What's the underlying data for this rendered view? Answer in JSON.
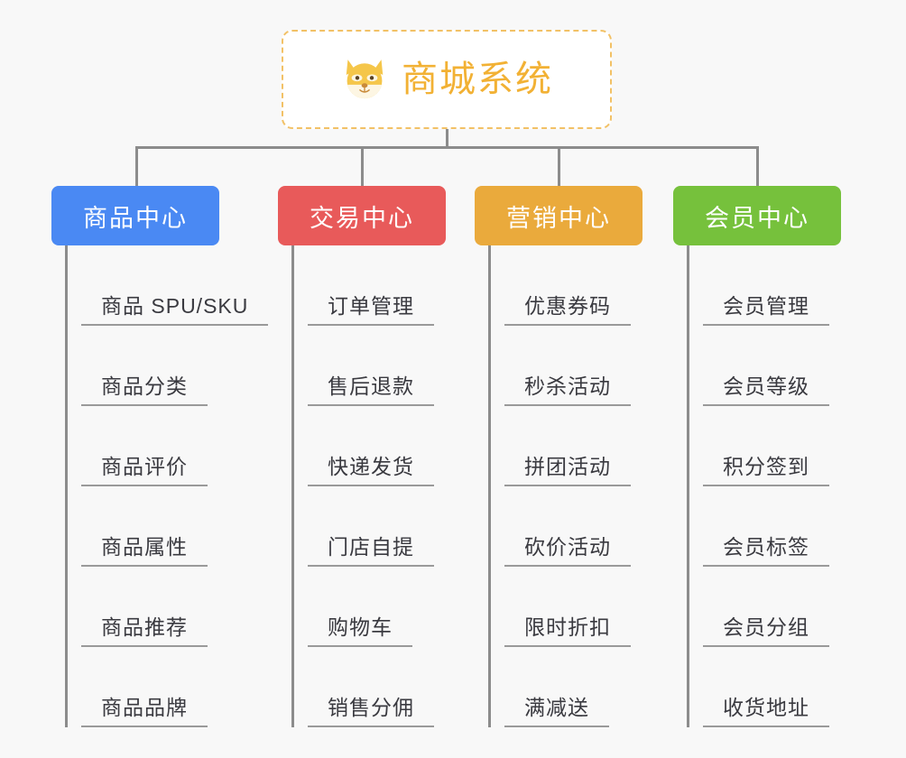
{
  "root": {
    "title": "商城系统",
    "icon": "shiba-dog-face-icon",
    "border_color": "#f2c166",
    "text_color": "#f2b134",
    "background": "#ffffff"
  },
  "canvas": {
    "background": "#f8f8f8",
    "connector_color": "#8c8c8c",
    "leaf_text_color": "#3a3a40",
    "leaf_underline_color": "#9a9a9a"
  },
  "columns": [
    {
      "id": "product-center",
      "label": "商品中心",
      "color": "#4a89f3",
      "items": [
        "商品 SPU/SKU",
        "商品分类",
        "商品评价",
        "商品属性",
        "商品推荐",
        "商品品牌"
      ]
    },
    {
      "id": "trade-center",
      "label": "交易中心",
      "color": "#e85a5a",
      "items": [
        "订单管理",
        "售后退款",
        "快递发货",
        "门店自提",
        "购物车",
        "销售分佣"
      ]
    },
    {
      "id": "marketing-center",
      "label": "营销中心",
      "color": "#eaaa3c",
      "items": [
        "优惠券码",
        "秒杀活动",
        "拼团活动",
        "砍价活动",
        "限时折扣",
        "满减送"
      ]
    },
    {
      "id": "member-center",
      "label": "会员中心",
      "color": "#76c13c",
      "items": [
        "会员管理",
        "会员等级",
        "积分签到",
        "会员标签",
        "会员分组",
        "收货地址"
      ]
    }
  ]
}
